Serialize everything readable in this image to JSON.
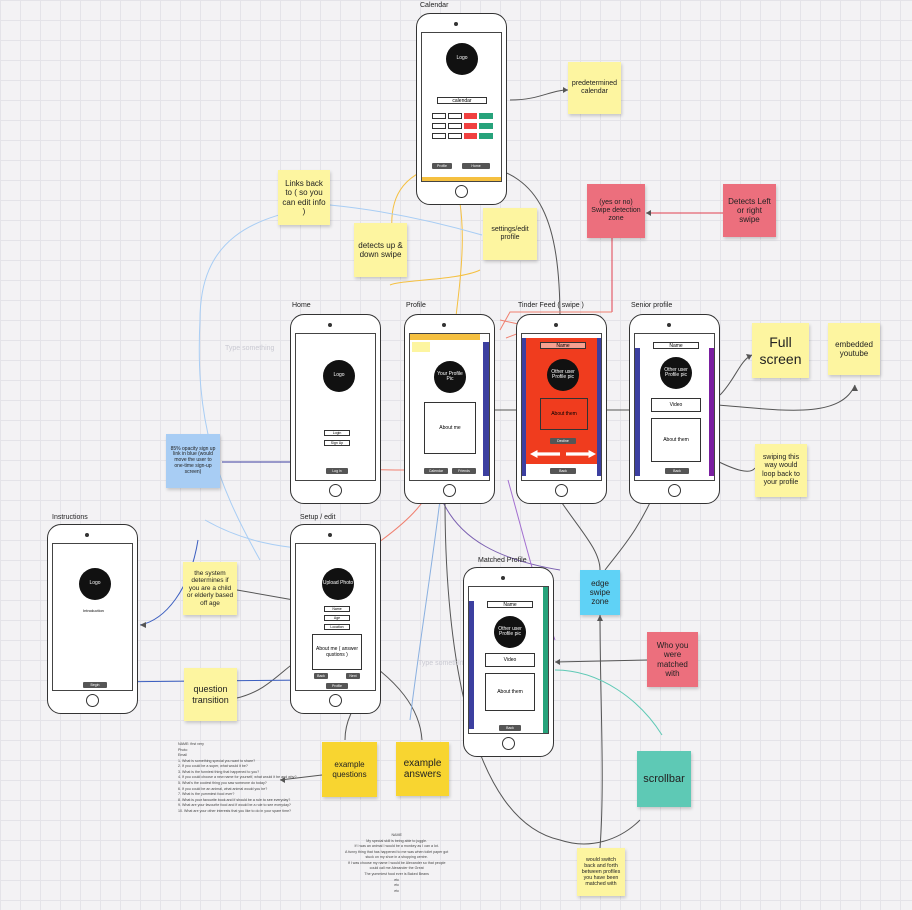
{
  "screens": {
    "calendar": {
      "title": "Calendar",
      "logo": "Logo",
      "bar": "calendar",
      "btn1": "Profile",
      "btn2": "Home"
    },
    "home": {
      "title": "Home",
      "logo": "Logo",
      "btn1": "Login",
      "btn2": "Sign Up",
      "btn3": "Log in"
    },
    "profile": {
      "title": "Profile",
      "pic": "Your Profile Pic",
      "about": "About me",
      "btn1": "Calendar",
      "btn2": "Friends"
    },
    "tinder": {
      "title": "Tinder Feed ( swipe )",
      "name": "Name",
      "pic": "Other user Profile pic",
      "about": "About them",
      "btn": "Decline",
      "back": "Back"
    },
    "senior": {
      "title": "Senior profile",
      "name": "Name",
      "pic": "Other user Profile pic",
      "video": "Video",
      "about": "About them",
      "back": "Back"
    },
    "instructions": {
      "title": "Instructions",
      "logo": "Logo",
      "text": "Introduction",
      "btn": "Begin"
    },
    "setup": {
      "title": "Setup / edit",
      "pic": "Upload Photo",
      "f1": "Name",
      "f2": "Age",
      "f3": "Location",
      "about": "About me ( answer qustions )",
      "b1": "Back",
      "b2": "Next",
      "b3": "Profile"
    },
    "matched": {
      "title": "Matched Profile",
      "name": "Name",
      "pic": "Other user Profile pic",
      "video": "Video",
      "about": "About them",
      "back": "Back"
    }
  },
  "notes": {
    "predetermined": "predetermined calendar",
    "links_back": "Links back to ( so you can edit info )",
    "settings": "settings/edit profile",
    "detects_up": "detects up & down swipe",
    "swipe_zone": "(yes or no) Swipe detection zone",
    "detects_lr": "Detects Left or right swipe",
    "full_screen": "Full screen",
    "embedded": "embedded youtube",
    "swiping_loop": "swiping this way would loop back to your profile",
    "opacity": "85% opacity sign up link in blue (would move the user to one-time sign-up screen)",
    "system": "the system determines if you are a child or elderly based off age",
    "question_transition": "question transition",
    "edge_swipe": "edge swipe zone",
    "who_matched": "Who you were matched with",
    "example_questions": "example questions",
    "example_answers": "example answers",
    "scrollbar": "scrollbar",
    "would_switch": "would switch back and forth between profiles you have been matched with",
    "type1": "Type something",
    "type2": "Type something"
  },
  "questions": [
    "NAME: first very",
    "Photo",
    "Email",
    " ",
    "1. What is something special you want to share?",
    "2. If you could be a super, what would it be?",
    "3. What is the funniest thing that happened to you?",
    "4. If you could choose a new name for yourself, what would it be and why?",
    "5. What's the coolest thing you saw someone do today?",
    "6. If you could be an animal, what animal would you be?",
    "7. What is the yummiest food ever?",
    "8. What is your favourite book and if should be a rule to see everyday?",
    "9. What are your favourite food and if would be a rule to see everyday?",
    "10. What are your other interests that you like to do in your spare time?"
  ],
  "answers": [
    "NAME",
    "My special skill is being able to juggle.",
    "If I was an animal I would be a monkey as I can a lot.",
    "A funny thing that has happened to me was when toilet paper got",
    "stuck on my shoe in a shopping centre.",
    "If I was choose my name I would be Alexander so that people",
    "could call me Alexander the Great",
    "The yummiest food ever is Baked Beans",
    "etc",
    "etc",
    "etc"
  ],
  "colors": {
    "red": "#f03c1e",
    "navy": "#3c3fa0",
    "purple": "#7a1fa0",
    "green": "#27a37b",
    "grid": "#e4e3e8"
  }
}
